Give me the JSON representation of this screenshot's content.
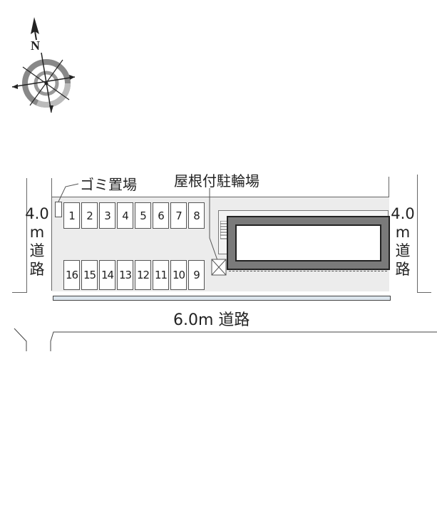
{
  "compass": {
    "direction_label": "N"
  },
  "labels": {
    "garbage": "ゴミ置場",
    "bike_parking": "屋根付駐輪場",
    "left_road": [
      "4.0",
      "m",
      "道",
      "路"
    ],
    "right_road": [
      "4.0",
      "m",
      "道",
      "路"
    ],
    "front_road": "6.0m 道路"
  },
  "parking": {
    "top_row": [
      "1",
      "2",
      "3",
      "4",
      "5",
      "6",
      "7",
      "8"
    ],
    "bottom_row": [
      "16",
      "15",
      "14",
      "13",
      "12",
      "11",
      "10",
      "9"
    ]
  },
  "colors": {
    "lot": "#ececec",
    "building_wall": "#7a7a7a",
    "lines": "#555555"
  }
}
